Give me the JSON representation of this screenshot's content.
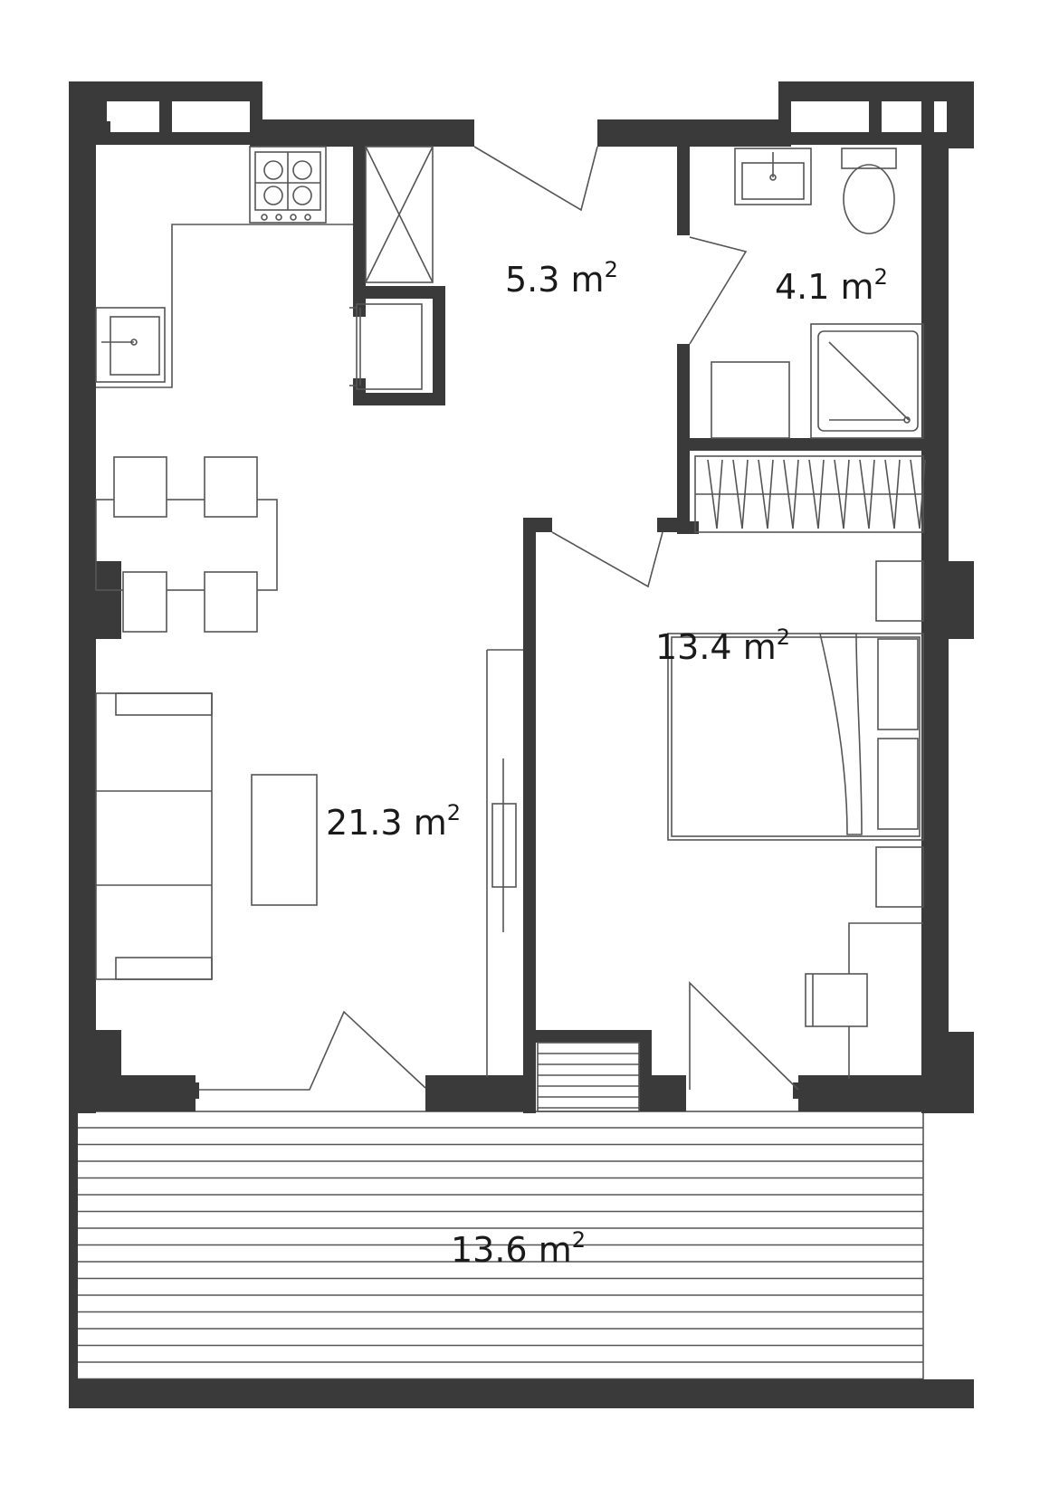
{
  "plan": {
    "rooms": [
      {
        "id": "hall",
        "area": "5.3",
        "unit": "m",
        "exp": "2"
      },
      {
        "id": "bathroom",
        "area": "4.1",
        "unit": "m",
        "exp": "2"
      },
      {
        "id": "bedroom",
        "area": "13.4",
        "unit": "m",
        "exp": "2"
      },
      {
        "id": "living",
        "area": "21.3",
        "unit": "m",
        "exp": "2"
      },
      {
        "id": "terrace",
        "area": "13.6",
        "unit": "m",
        "exp": "2"
      }
    ],
    "colors": {
      "wall": "#3a3a3a",
      "line": "#555555",
      "background": "#ffffff"
    }
  }
}
